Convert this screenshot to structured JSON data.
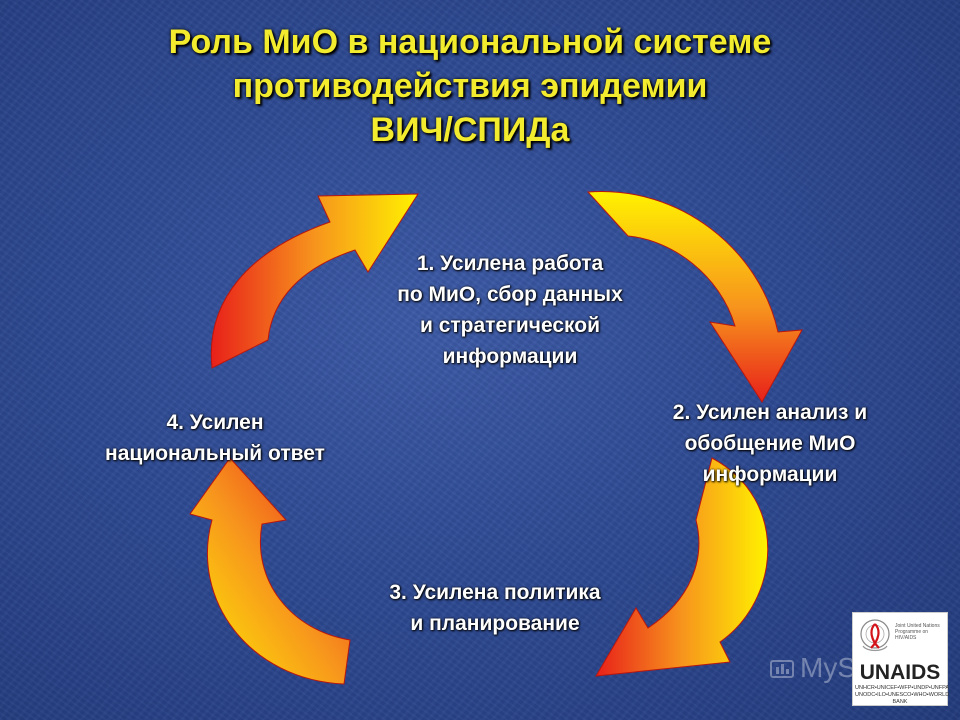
{
  "title": {
    "line1": "Роль МиО в национальной системе",
    "line2": "противодействия эпидемии",
    "line3": "ВИЧ/СПИДа"
  },
  "steps": [
    {
      "lines": [
        "1. Усилена работа",
        "по МиО, сбор данных",
        "и стратегической",
        "информации"
      ]
    },
    {
      "lines": [
        "2. Усилен анализ и",
        "обобщение МиО",
        "информации"
      ]
    },
    {
      "lines": [
        "3. Усилена политика",
        "и планирование"
      ]
    },
    {
      "lines": [
        "4. Усилен",
        "национальный ответ"
      ]
    }
  ],
  "logo": {
    "small_text": "Joint United Nations Programme on HIV/AIDS",
    "name": "UNAIDS",
    "members": "UNHCR•UNICEF•WFP•UNDP•UNFPA UNODC•ILO•UNESCO•WHO•WORLD BANK"
  },
  "watermark": {
    "text": "MyShared"
  },
  "colors": {
    "title": "#f3ec2e",
    "arrow_light": "#fff200",
    "arrow_dark": "#e8201a",
    "background": "#2e4a93"
  }
}
